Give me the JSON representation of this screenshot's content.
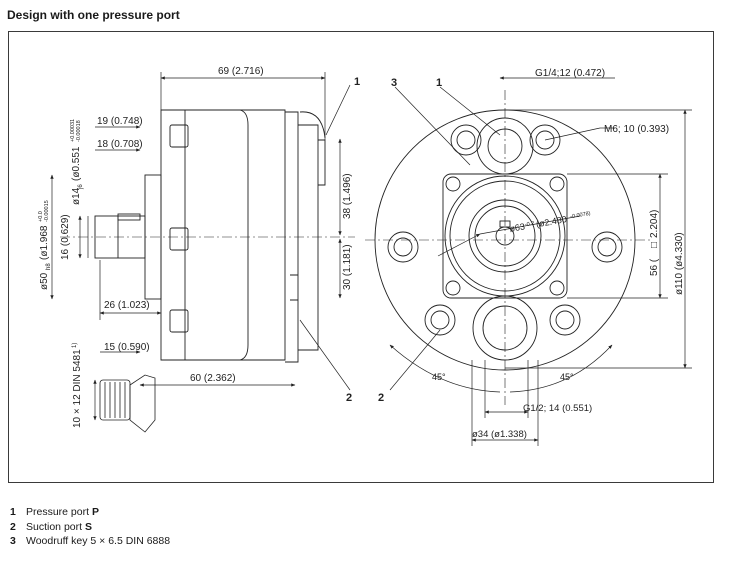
{
  "title": "Design with one pressure port",
  "side_view": {
    "dim_length": "69 (2.716)",
    "dim_19": "19 (0.748)",
    "dim_18": "18 (0.708)",
    "dim_38": "38 (1.496)",
    "dim_30": "30 (1.181)",
    "dim_26": "26 (1.023)",
    "dim_15": "15 (0.590)",
    "dim_60": "60 (2.362)",
    "dim_16": "16 (0.629)",
    "dim_shaft_main": "ø14",
    "dim_shaft_sub": "j6",
    "dim_shaft_inch": "(ø0.551",
    "dim_shaft_tol_top": "+0.00031",
    "dim_shaft_tol_bot": "-0.00018",
    "dim_pilot_main": "ø50",
    "dim_pilot_sub": "h8",
    "dim_pilot_inch": "(ø1.968",
    "dim_pilot_tol_top": "+0.0",
    "dim_pilot_tol_bot": "-0.00015",
    "dim_spline": "10 × 12 DIN 5481",
    "dim_spline_sup": "1)",
    "callout_1": "1",
    "callout_2": "2"
  },
  "front_view": {
    "callout_3": "3",
    "callout_1": "1",
    "callout_2": "2",
    "port_p": "G1/4;12 (0.472)",
    "thread": "M6; 10 (0.393)",
    "square": "56 (",
    "square_inch": "2.204)",
    "square_symbol": "□",
    "outer_dia": "ø110 (ø4.330)",
    "center_main": "ø63",
    "center_tol": "-0.2",
    "center_inch": "(ø2.480",
    "center_inch_tol": "-0.0078)",
    "angle_left": "45°",
    "angle_right": "45°",
    "port_s": "G1/2; 14 (0.551)",
    "port_s_dia": "ø34 (ø1.338)"
  },
  "legend": [
    {
      "num": "1",
      "text": "Pressure port",
      "code": "P"
    },
    {
      "num": "2",
      "text": "Suction port",
      "code": "S"
    },
    {
      "num": "3",
      "text": "Woodruff key 5 × 6.5 DIN 6888",
      "code": ""
    }
  ]
}
